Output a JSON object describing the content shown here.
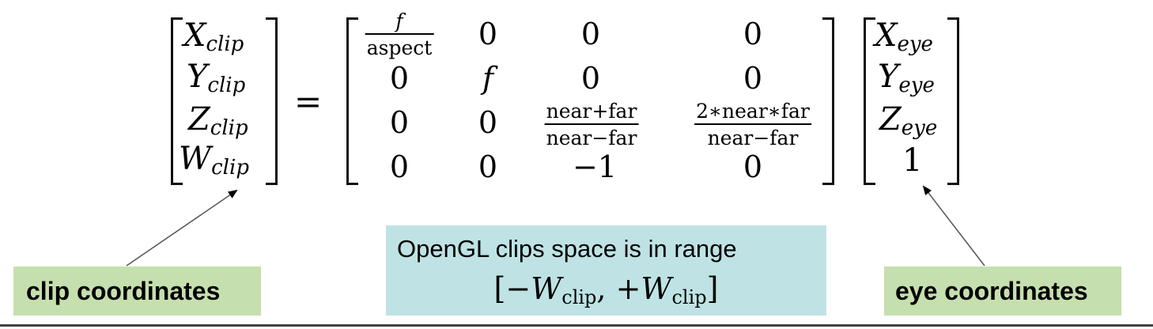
{
  "clip_vector": {
    "x": {
      "base": "X",
      "sub": "clip"
    },
    "y": {
      "base": "Y",
      "sub": "clip"
    },
    "z": {
      "base": "Z",
      "sub": "clip"
    },
    "w": {
      "base": "W",
      "sub": "clip"
    }
  },
  "equals": "=",
  "matrix": {
    "r0c0": {
      "num": "f",
      "den": "aspect"
    },
    "r0c1": "0",
    "r0c2": "0",
    "r0c3": "0",
    "r1c0": "0",
    "r1c1": "f",
    "r1c2": "0",
    "r1c3": "0",
    "r2c0": "0",
    "r2c1": "0",
    "r2c2": {
      "num": "near+far",
      "den": "near−far"
    },
    "r2c3": {
      "num": "2∗near∗far",
      "den": "near−far"
    },
    "r3c0": "0",
    "r3c1": "0",
    "r3c2": "−1",
    "r3c3": "0"
  },
  "eye_vector": {
    "x": {
      "base": "X",
      "sub": "eye"
    },
    "y": {
      "base": "Y",
      "sub": "eye"
    },
    "z": {
      "base": "Z",
      "sub": "eye"
    },
    "w": "1"
  },
  "labels": {
    "clip": "clip coordinates",
    "eye": "eye coordinates"
  },
  "note": {
    "text": "OpenGL clips space is in range",
    "range_open": "[−",
    "range_var": "W",
    "range_sub": "clip",
    "range_mid": ", +",
    "range_close": "]"
  },
  "colors": {
    "label_bg": "#c6dfae",
    "note_bg": "#bfe3e5"
  }
}
